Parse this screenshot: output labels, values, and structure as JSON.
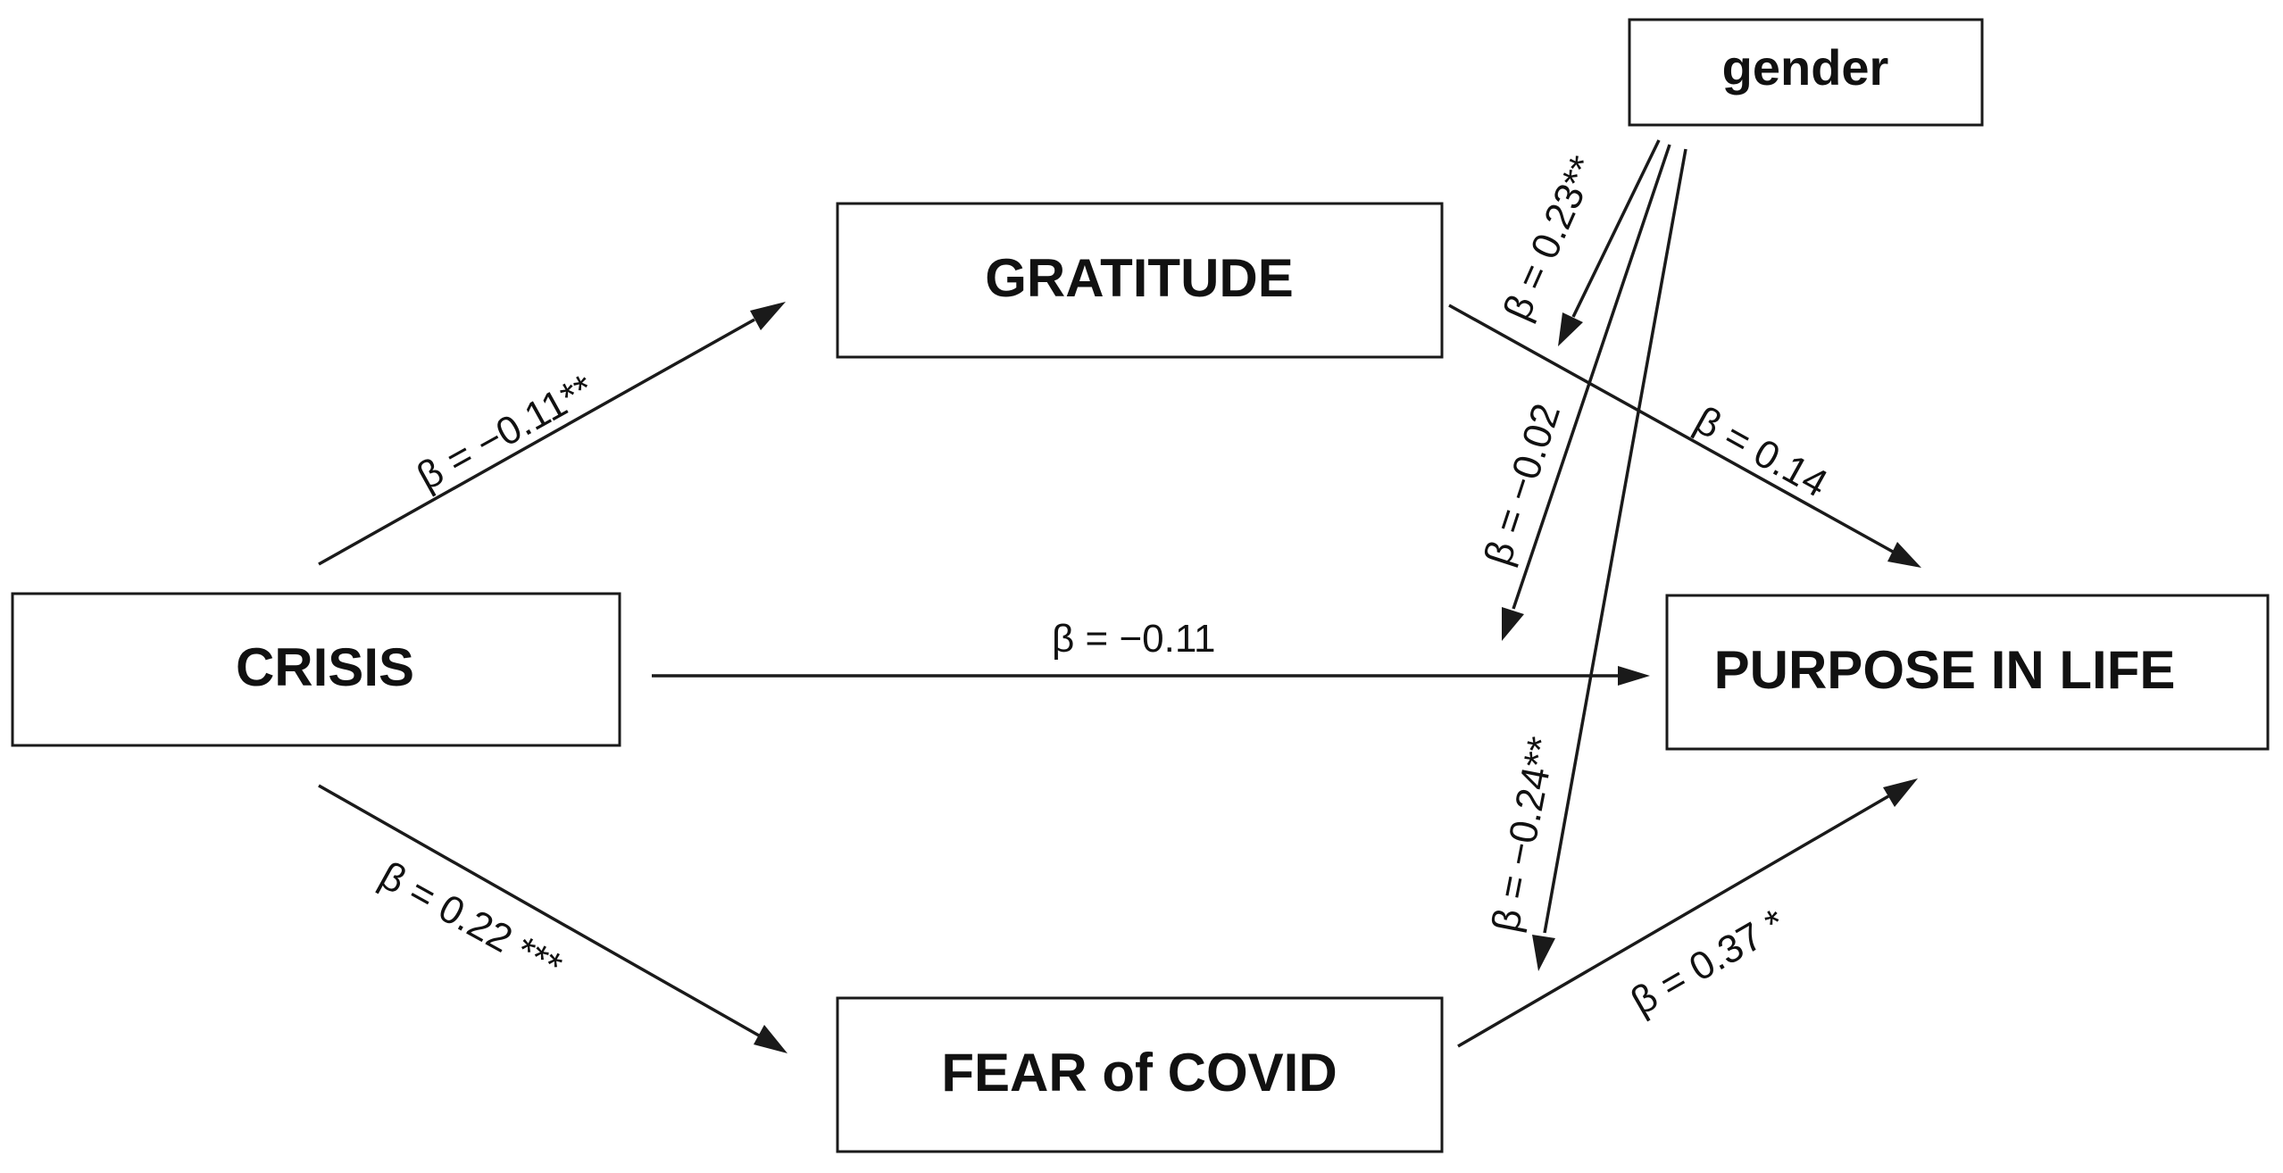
{
  "nodes": {
    "crisis": "CRISIS",
    "gratitude": "GRATITUDE",
    "fear_of_covid": "FEAR of COVID",
    "purpose_in_life": "PURPOSE IN LIFE",
    "gender": "gender"
  },
  "edges": {
    "crisis_to_gratitude": "β = −0.11**",
    "crisis_to_fear": "β = 0.22 ***",
    "crisis_to_purpose": "β = −0.11",
    "gratitude_to_purpose": "β = 0.14",
    "fear_to_purpose": "β = 0.37 *",
    "gender_to_gratitude_path": "β = 0.23**",
    "gender_to_crisis_path": "β = −0.02",
    "gender_to_fear_path": "β = −0.24**"
  }
}
